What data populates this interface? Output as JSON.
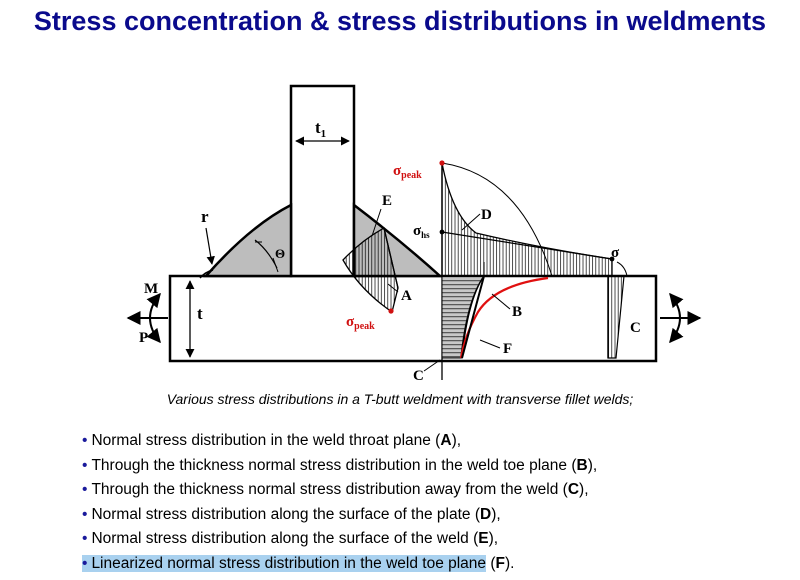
{
  "title": "Stress concentration & stress distributions in weldments",
  "caption": "Various stress distributions in a T-butt weldment with transverse fillet welds;",
  "labels": {
    "t1": "t",
    "t1_sub": "1",
    "t": "t",
    "r": "r",
    "theta": "Θ",
    "E": "E",
    "A": "A",
    "B": "B",
    "C_right": "C",
    "C_bottom": "C",
    "D": "D",
    "F": "F",
    "M": "M",
    "P": "P",
    "sigma_peak_top": "σ",
    "sigma_peak_top_sub": "peak",
    "sigma_peak_bottom": "σ",
    "sigma_peak_bottom_sub": "peak",
    "sigma_hs": "σ",
    "sigma_hs_sub": "hs",
    "sigma": "σ"
  },
  "bullets": [
    {
      "text": "Normal stress distribution in the weld throat plane (",
      "bold": "A",
      "end": "),"
    },
    {
      "text": "Through the thickness normal stress distribution in the weld toe plane (",
      "bold": "B",
      "end": "),"
    },
    {
      "text": "Through the thickness normal stress distribution away from the weld (",
      "bold": "C",
      "end": "),"
    },
    {
      "text": "Normal stress distribution along the surface of the plate (",
      "bold": "D",
      "end": "),"
    },
    {
      "text": "Normal stress distribution along the surface of the weld (",
      "bold": "E",
      "end": "),"
    },
    {
      "text": "Linearized normal stress distribution in the weld toe plane",
      "bold": "F",
      "end": ").",
      "highlight": true
    }
  ],
  "colors": {
    "title": "#0a0a8c",
    "peak_label": "#d01010",
    "highlight": "#a9d1ef"
  }
}
